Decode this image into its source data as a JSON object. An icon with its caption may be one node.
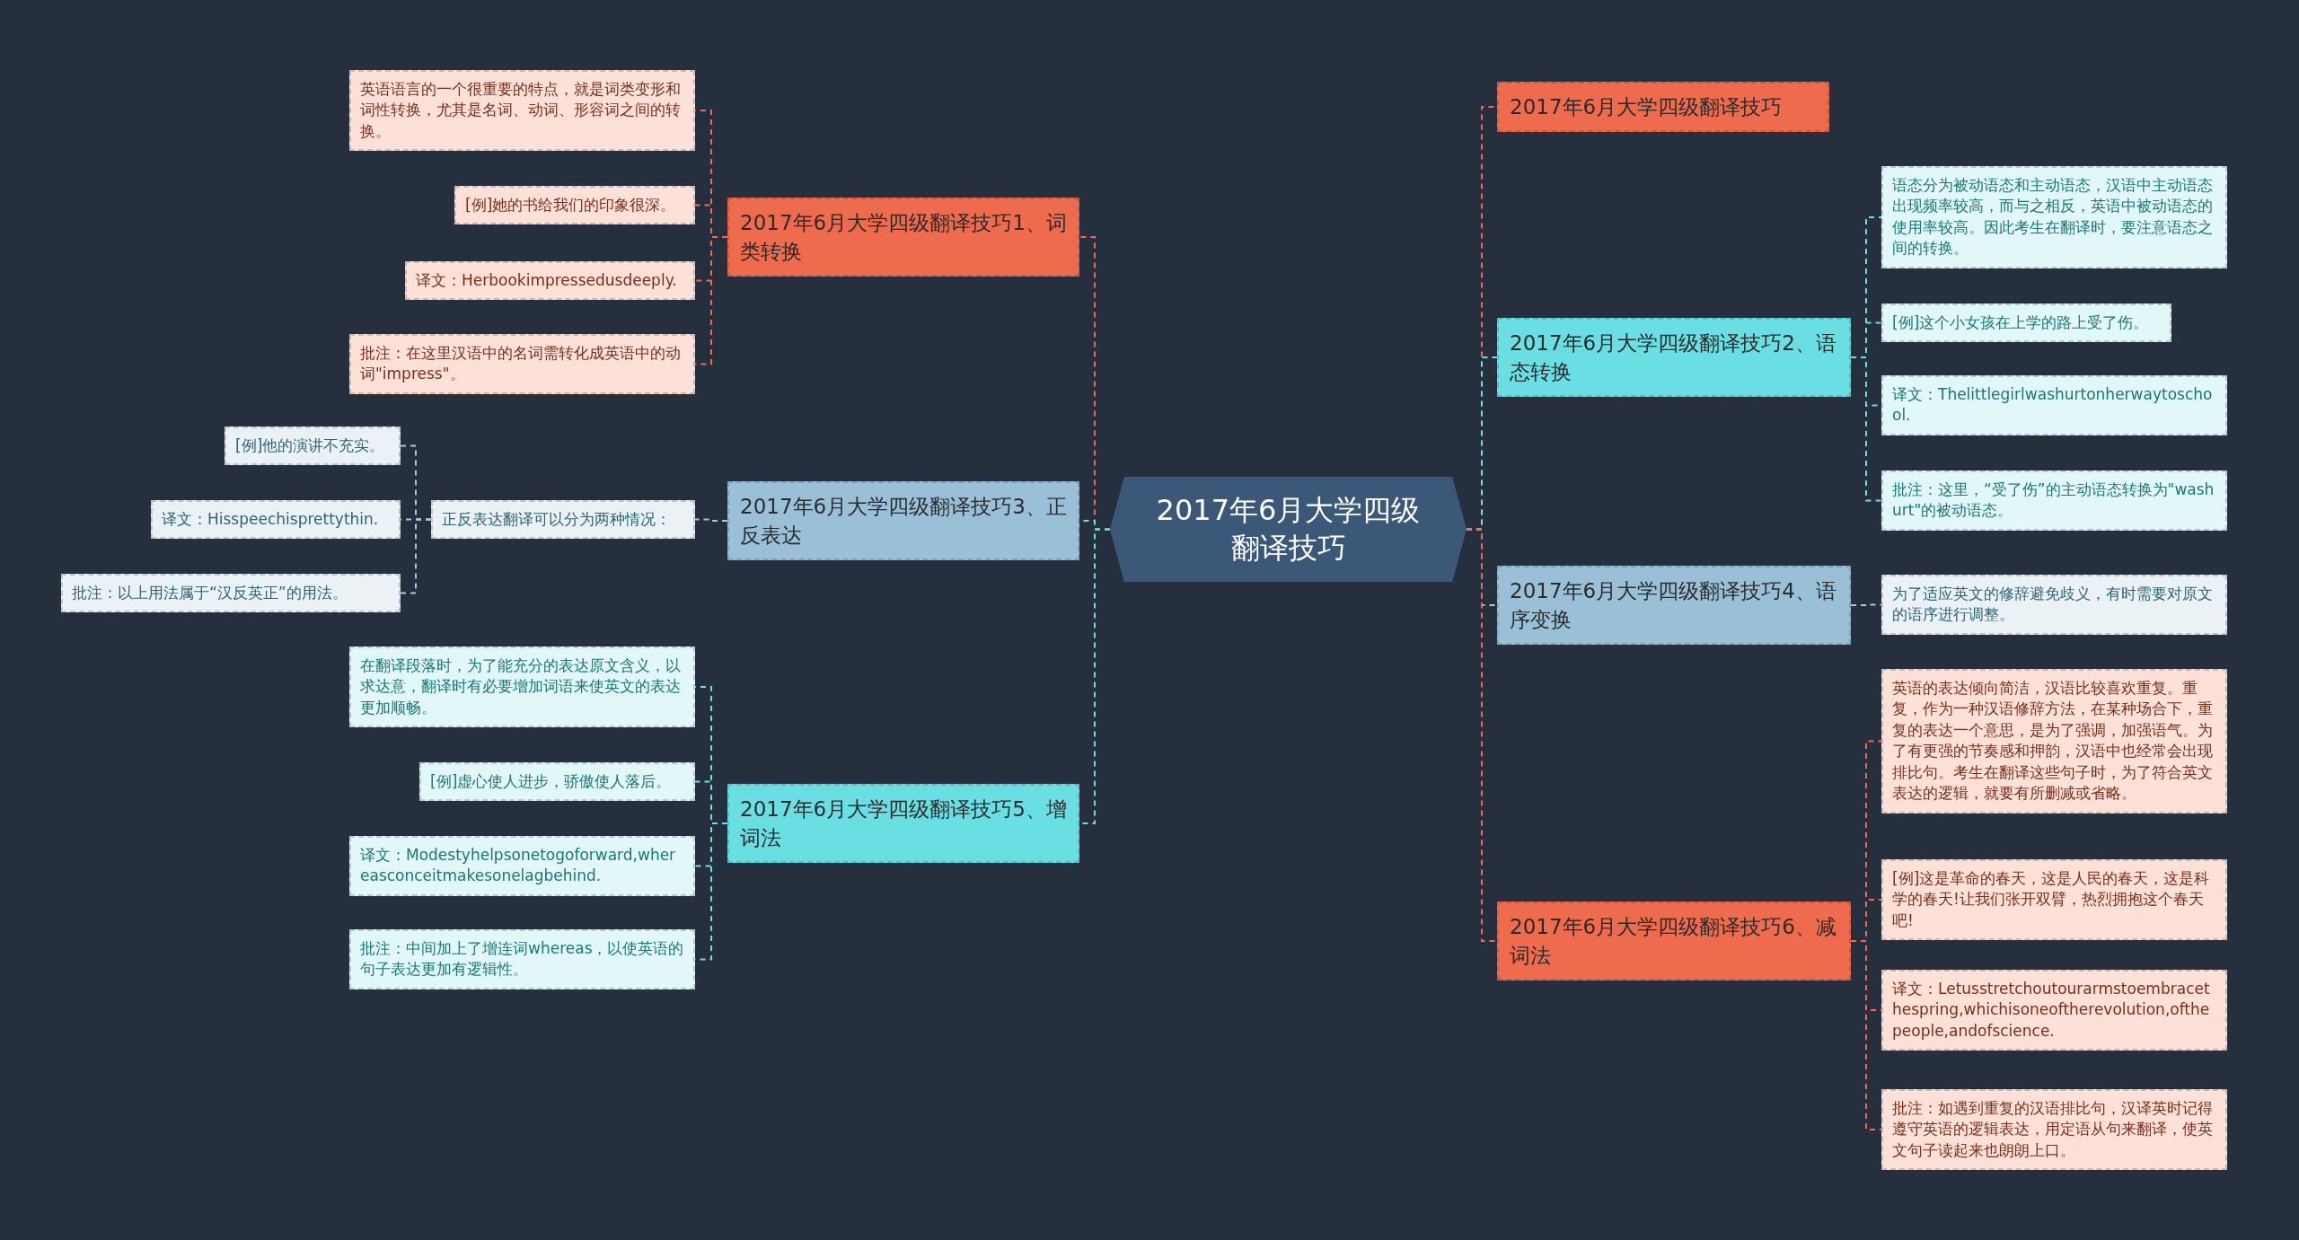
{
  "diagram": {
    "nodes": [
      {
        "text": [
          "2017年6月大学四级翻译技巧"
        ]
      },
      {
        "text": [
          "2017年6月大学四级翻译技巧1、词类转换"
        ]
      },
      {
        "text": [
          "英语语言的一个很重要的特点，就是词类变形和词性转换，尤其是名词、动词、形容词之间的转换。"
        ]
      },
      {
        "text": [
          "[例]她的书给我们的印象很深。"
        ]
      },
      {
        "text": [
          "译文：Herbookimpressedusdeeply."
        ]
      },
      {
        "text": [
          "批注：在这里汉语中的名词需转化成英语中的动词\"impress\"。"
        ]
      },
      {
        "text": [
          "2017年6月大学四级翻译技巧3、正反表达"
        ]
      },
      {
        "text": [
          "正反表达翻译可以分为两种情况："
        ]
      },
      {
        "text": [
          "[例]他的演讲不充实。"
        ]
      },
      {
        "text": [
          "译文：Hisspeechisprettythin."
        ]
      },
      {
        "text": [
          "批注：以上用法属于“汉反英正”的用法。"
        ]
      },
      {
        "text": [
          "2017年6月大学四级翻译技巧5、增词法"
        ]
      },
      {
        "text": [
          "在翻译段落时，为了能充分的表达原文含义，以求达意，翻译时有必要增加词语来使英文的表达更加顺畅。"
        ]
      },
      {
        "text": [
          "[例]虚心使人进步，骄傲使人落后。"
        ]
      },
      {
        "text": [
          "译文：Modestyhelpsonetogoforward,whereasconceitmakesonelagbehind."
        ]
      },
      {
        "text": [
          "批注：中间加上了增连词whereas，以使英语的句子表达更加有逻辑性。"
        ]
      },
      {
        "text": [
          "2017年6月大学四级翻译技巧"
        ]
      },
      {
        "text": [
          "2017年6月大学四级翻译技巧2、语态转换"
        ]
      },
      {
        "text": [
          "语态分为被动语态和主动语态，汉语中主动语态出现频率较高，而与之相反，英语中被动语态的使用率较高。因此考生在翻译时，要注意语态之间的转换。"
        ]
      },
      {
        "text": [
          "[例]这个小女孩在上学的路上受了伤。"
        ]
      },
      {
        "text": [
          "译文：Thelittlegirlwashurtonherwaytoschool."
        ]
      },
      {
        "text": [
          "批注：这里，“受了伤”的主动语态转换为\"washurt\"的被动语态。"
        ]
      },
      {
        "text": [
          "2017年6月大学四级翻译技巧4、语序变换"
        ]
      },
      {
        "text": [
          "为了适应英文的修辞避免歧义，有时需要对原文的语序进行调整。"
        ]
      },
      {
        "text": [
          "2017年6月大学四级翻译技巧6、减词法"
        ]
      },
      {
        "text": [
          "英语的表达倾向简洁，汉语比较喜欢重复。重复，作为一种汉语修辞方法，在某种场合下，重复的表达一个意思，是为了强调，加强语气。为了有更强的节奏感和押韵，汉语中也经常会出现排比句。考生在翻译这些句子时，为了符合英文表达的逻辑，就要有所删减或省略。"
        ]
      },
      {
        "text": [
          "[例]这是革命的春天，这是人民的春天，这是科学的春天!让我们张开双臂，热烈拥抱这个春天吧!"
        ]
      },
      {
        "text": [
          "译文：Letusstretchoutourarmstoembracethespring,whichisoneoftherevolution,ofthepeople,andofscience."
        ]
      },
      {
        "text": [
          "批注：如遇到重复的汉语排比句，汉译英时记得遵守英语的逻辑表达，用定语从句来翻译，使英文句子读起来也朗朗上口。"
        ]
      }
    ],
    "edges": [
      {
        "from": 0,
        "to": 1,
        "arrow": "none"
      },
      {
        "from": 1,
        "to": 2,
        "arrow": "none"
      },
      {
        "from": 1,
        "to": 3,
        "arrow": "none"
      },
      {
        "from": 1,
        "to": 4,
        "arrow": "none"
      },
      {
        "from": 1,
        "to": 5,
        "arrow": "none"
      },
      {
        "from": 0,
        "to": 6,
        "arrow": "none",
        "color": "#6adfe3"
      },
      {
        "from": 6,
        "to": 7,
        "arrow": "none",
        "color": "#a9c8dc"
      },
      {
        "from": 7,
        "to": 8,
        "arrow": "none",
        "color": "#a9c8dc"
      },
      {
        "from": 7,
        "to": 9,
        "arrow": "none",
        "color": "#a9c8dc"
      },
      {
        "from": 7,
        "to": 10,
        "arrow": "none",
        "color": "#a9c8dc"
      },
      {
        "from": 0,
        "to": 11,
        "arrow": "none",
        "color": "#6adfe3"
      },
      {
        "from": 11,
        "to": 12,
        "arrow": "none",
        "color": "#6adfe3"
      },
      {
        "from": 11,
        "to": 13,
        "arrow": "none",
        "color": "#6adfe3"
      },
      {
        "from": 11,
        "to": 14,
        "arrow": "none",
        "color": "#6adfe3"
      },
      {
        "from": 11,
        "to": 15,
        "arrow": "none",
        "color": "#6adfe3"
      },
      {
        "from": 0,
        "to": 16,
        "arrow": "none"
      },
      {
        "from": 0,
        "to": 17,
        "arrow": "none",
        "color": "#6adfe3"
      },
      {
        "from": 17,
        "to": 18,
        "arrow": "none",
        "color": "#6adfe3"
      },
      {
        "from": 17,
        "to": 19,
        "arrow": "none",
        "color": "#6adfe3"
      },
      {
        "from": 17,
        "to": 20,
        "arrow": "none",
        "color": "#6adfe3"
      },
      {
        "from": 17,
        "to": 21,
        "arrow": "none",
        "color": "#6adfe3"
      },
      {
        "from": 0,
        "to": 22,
        "arrow": "none",
        "color": "#a9c8dc"
      },
      {
        "from": 22,
        "to": 23,
        "arrow": "none",
        "color": "#a9c8dc"
      },
      {
        "from": 0,
        "to": 24,
        "arrow": "none"
      },
      {
        "from": 24,
        "to": 25,
        "arrow": "none"
      },
      {
        "from": 24,
        "to": 26,
        "arrow": "none"
      },
      {
        "from": 24,
        "to": 27,
        "arrow": "none"
      },
      {
        "from": 24,
        "to": 28,
        "arrow": "none"
      }
    ]
  }
}
